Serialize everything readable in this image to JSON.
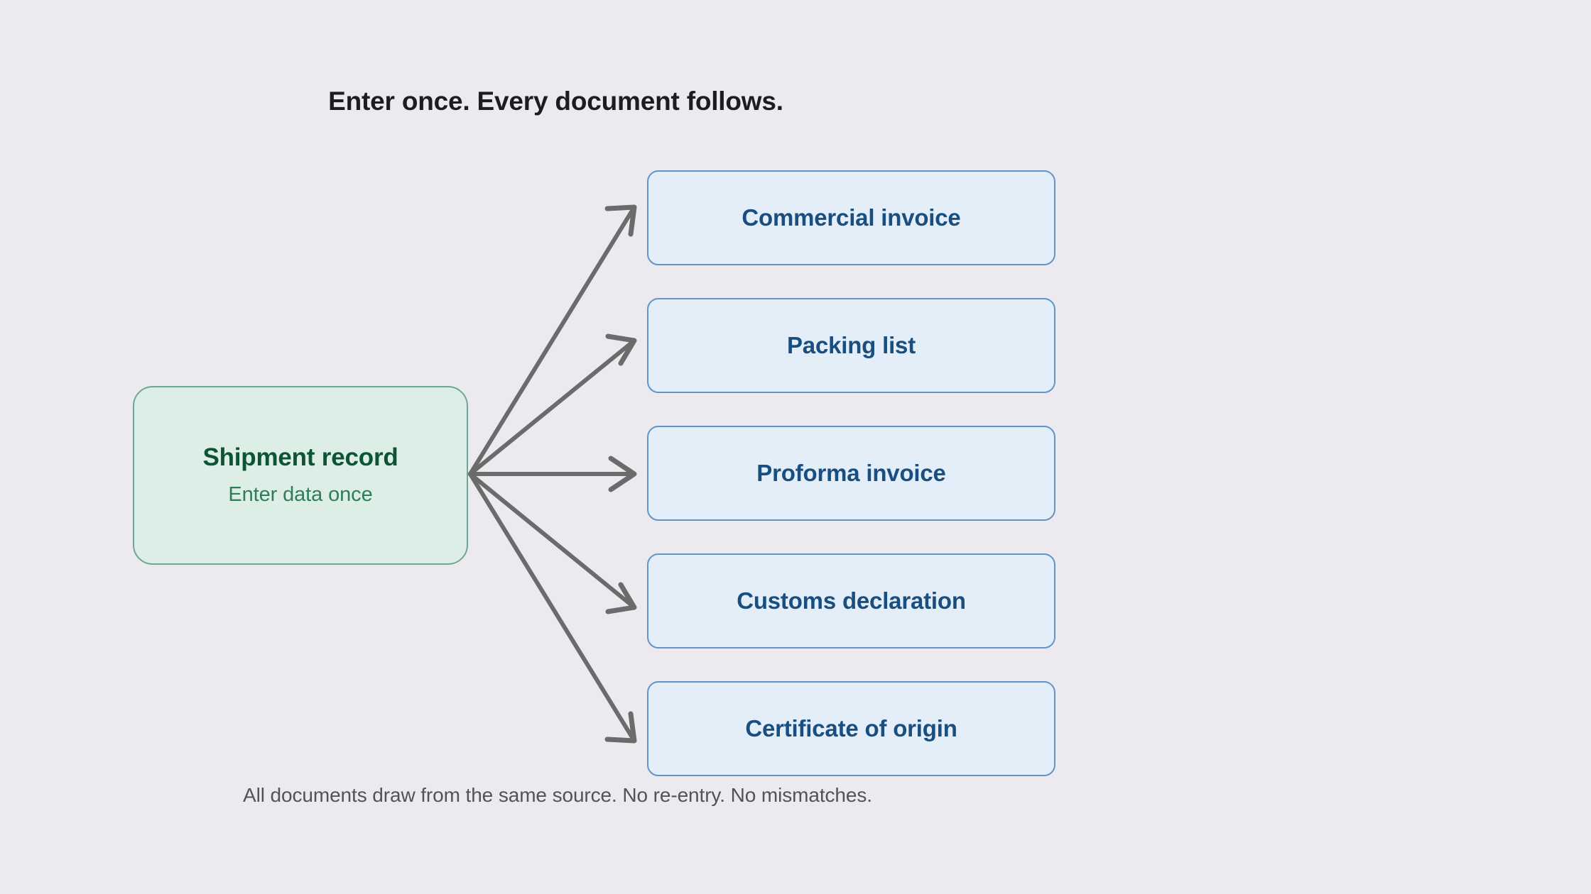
{
  "headline": "Enter once. Every document follows.",
  "caption": "All documents draw from the same source. No re-entry. No mismatches.",
  "source": {
    "title": "Shipment record",
    "subtitle": "Enter data once"
  },
  "documents": [
    {
      "label": "Commercial invoice"
    },
    {
      "label": "Packing list"
    },
    {
      "label": "Proforma invoice"
    },
    {
      "label": "Customs declaration"
    },
    {
      "label": "Certificate of origin"
    }
  ],
  "colors": {
    "background": "#eceaef",
    "source_fill": "#ddeee6",
    "source_border": "#6ba892",
    "source_title_text": "#0d5338",
    "source_subtitle_text": "#2f7d5c",
    "doc_fill": "#e4eef9",
    "doc_border": "#6195c9",
    "doc_text": "#194e80",
    "arrow": "#6b6b6b",
    "headline_text": "#1d1d1f",
    "caption_text": "#535353"
  }
}
